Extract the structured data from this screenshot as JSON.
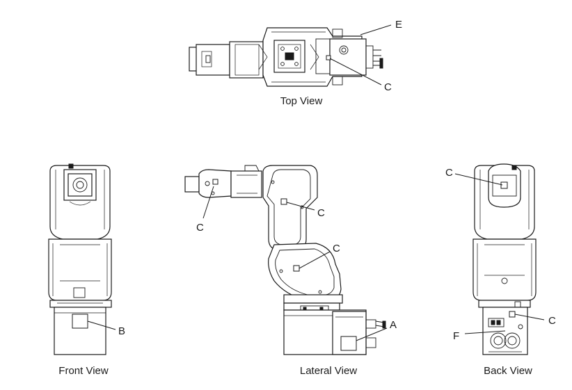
{
  "views": {
    "top": "Top View",
    "front": "Front View",
    "lateral": "Lateral View",
    "back": "Back View"
  },
  "callouts": {
    "top_e": "E",
    "top_c": "C",
    "front_b": "B",
    "lateral_c1": "C",
    "lateral_c2": "C",
    "lateral_c3": "C",
    "lateral_a": "A",
    "back_c1": "C",
    "back_c2": "C",
    "back_f": "F"
  }
}
